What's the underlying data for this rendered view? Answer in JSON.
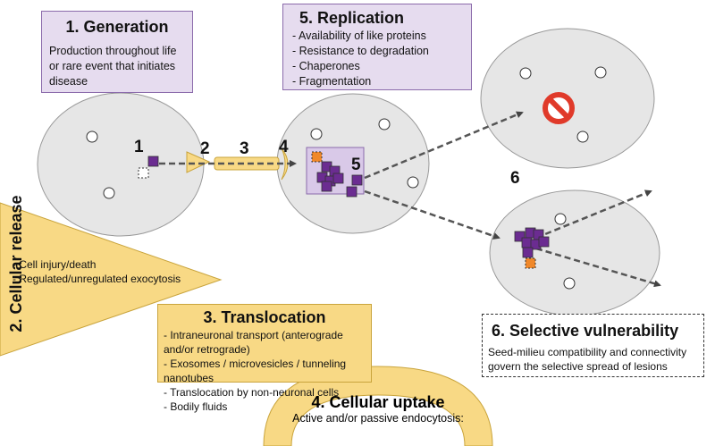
{
  "steps": {
    "generation": {
      "title": "1. Generation",
      "text": "Production throughout life or rare event that initiates disease"
    },
    "replication": {
      "title": "5. Replication",
      "items": [
        "Availability of like proteins",
        "Resistance to degradation",
        "Chaperones",
        "Fragmentation"
      ]
    },
    "release": {
      "title": "2. Cellular release",
      "items": [
        "Cell injury/death",
        "Regulated/unregulated exocytosis"
      ]
    },
    "translocation": {
      "title": "3. Translocation",
      "items": [
        "Intraneuronal transport (anterograde and/or retrograde)",
        "Exosomes / microvesicles / tunneling nanotubes",
        "Translocation by non-neuronal cells",
        "Bodily fluids"
      ]
    },
    "uptake": {
      "title": "4. Cellular uptake",
      "text": "Active and/or passive endocytosis:"
    },
    "vulnerability": {
      "title": "6. Selective vulnerability",
      "text": "Seed-milieu compatibility and connectivity govern the selective spread of lesions"
    }
  },
  "labels": {
    "n1": "1",
    "n2": "2",
    "n3": "3",
    "n4": "4",
    "n5": "5",
    "n6": "6"
  },
  "colors": {
    "cell_fill": "#e6e6e6",
    "cell_stroke": "#999999",
    "protein": "#6b2c91",
    "seed": "#f0882a",
    "purple_box": "#e6dcef",
    "purple_border": "#8b6bab",
    "yellow": "#f8d985",
    "yellow_border": "#c9a43c",
    "blocked": "#e03a2a"
  },
  "icons": {
    "blocked": "no-entry-icon"
  }
}
